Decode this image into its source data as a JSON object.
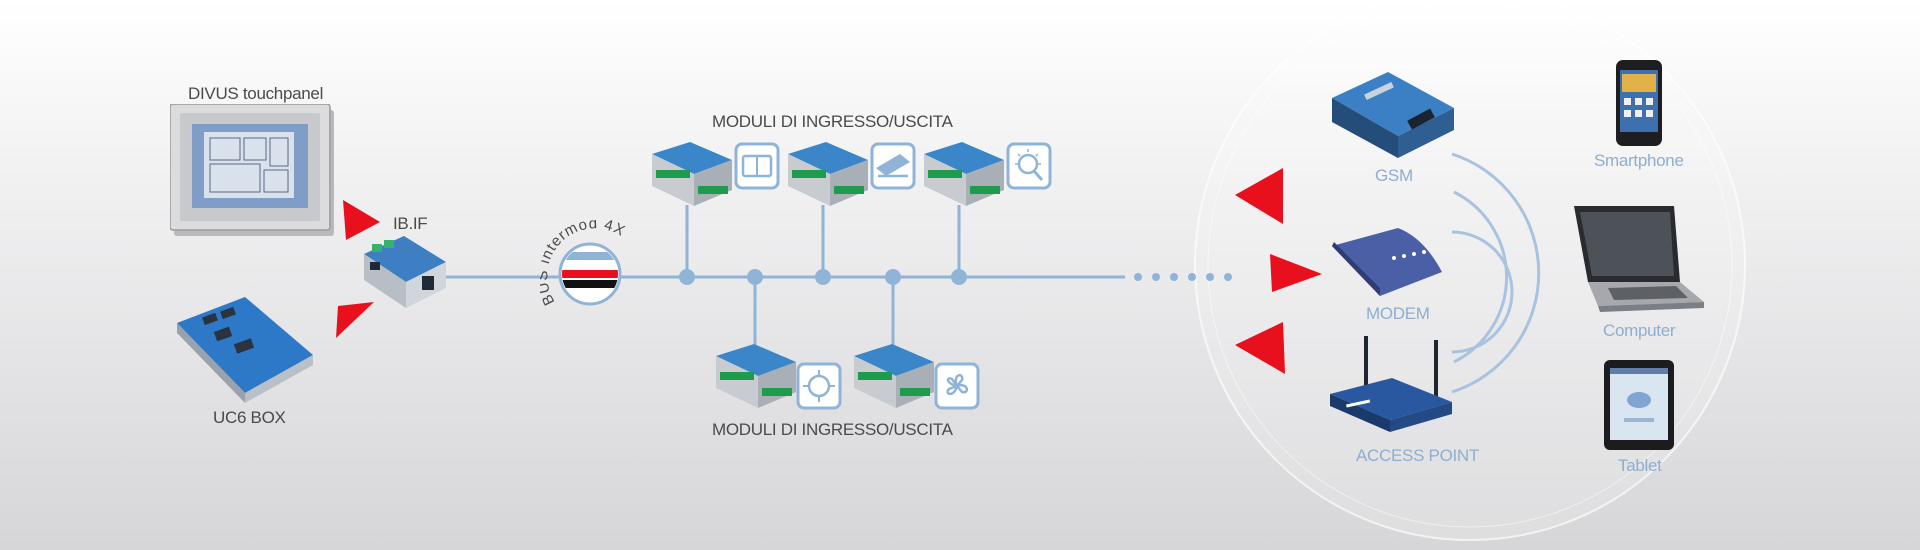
{
  "labels": {
    "touchpanel": "DIVUS touchpanel",
    "ibif": "IB.IF",
    "uc6box": "UC6 BOX",
    "bus_text": "BUS intermod 4X",
    "modules_top": "MODULI DI INGRESSO/USCITA",
    "modules_bottom": "MODULI DI INGRESSO/USCITA",
    "gsm": "GSM",
    "modem": "MODEM",
    "access_point": "ACCESS POINT",
    "smartphone": "Smartphone",
    "computer": "Computer",
    "tablet": "Tablet"
  },
  "icons": {
    "module_icons_top": [
      "switch-panel-icon",
      "card-reader-icon",
      "light-sensor-icon"
    ],
    "module_icons_bottom": [
      "heating-icon",
      "fan-icon"
    ],
    "bus_icon": "bus-cable-icon"
  },
  "colors": {
    "line": "#8fb4d8",
    "arrow": "#e8101c",
    "device_blue": "#2f6fb4",
    "label_dark": "#4a4a4a",
    "label_blue": "#8eaed0"
  }
}
